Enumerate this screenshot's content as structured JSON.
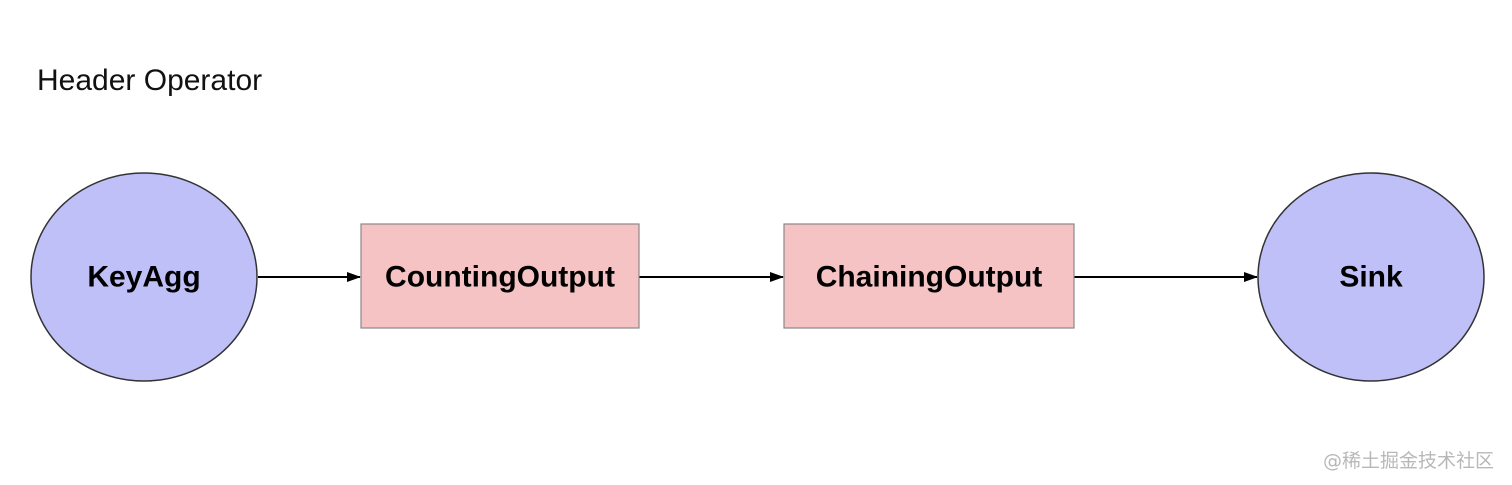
{
  "title": "Header Operator",
  "colors": {
    "circle_fill": "#bfc0f8",
    "rect_fill": "#f5c3c3",
    "stroke": "#333333",
    "arrow": "#000000"
  },
  "nodes": [
    {
      "id": "keyagg",
      "label": "KeyAgg",
      "shape": "ellipse"
    },
    {
      "id": "counting-output",
      "label": "CountingOutput",
      "shape": "rectangle"
    },
    {
      "id": "chaining-output",
      "label": "ChainingOutput",
      "shape": "rectangle"
    },
    {
      "id": "sink",
      "label": "Sink",
      "shape": "ellipse"
    }
  ],
  "edges": [
    {
      "from": "keyagg",
      "to": "counting-output"
    },
    {
      "from": "counting-output",
      "to": "chaining-output"
    },
    {
      "from": "chaining-output",
      "to": "sink"
    }
  ],
  "watermark": "@稀土掘金技术社区"
}
